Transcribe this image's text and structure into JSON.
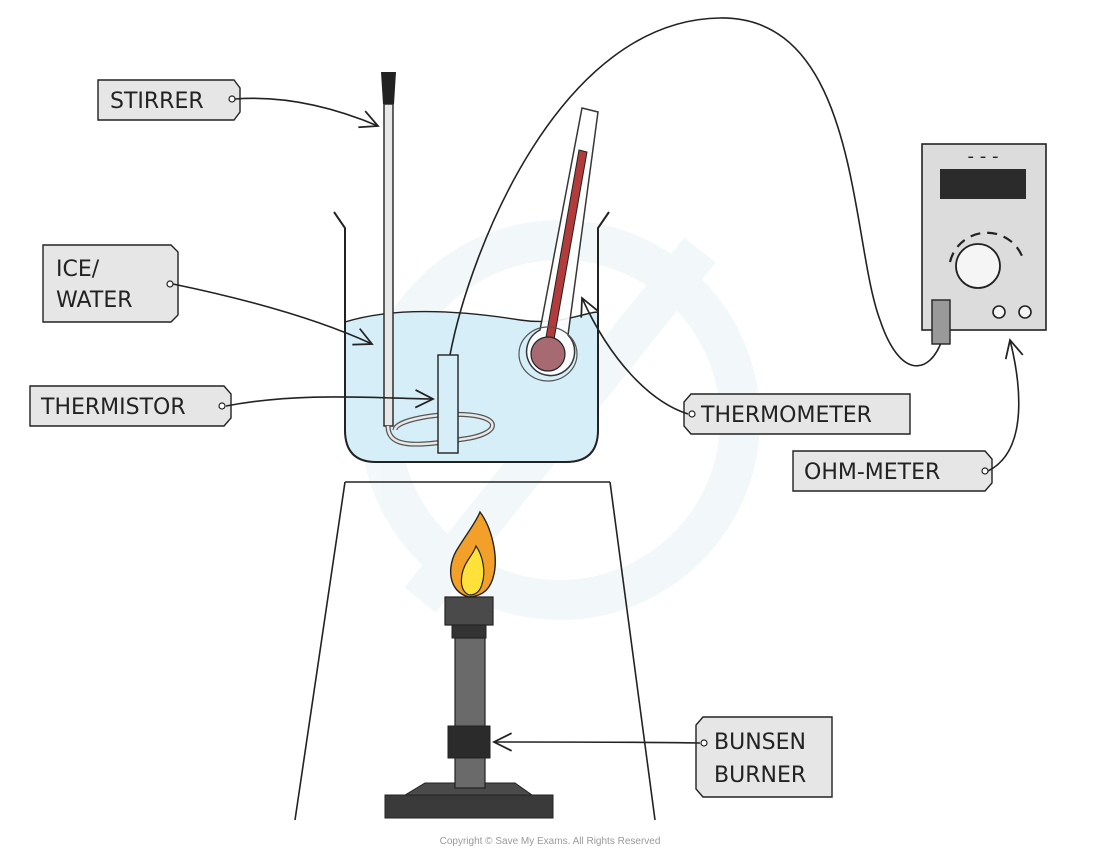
{
  "labels": {
    "stirrer": "STIRRER",
    "ice_water_line1": "ICE/",
    "ice_water_line2": "WATER",
    "thermistor": "THERMISTOR",
    "thermometer": "THERMOMETER",
    "ohm_meter": "OHM-METER",
    "bunsen_line1": "BUNSEN",
    "bunsen_line2": "BURNER"
  },
  "meter": {
    "display_marks": "- - -"
  },
  "copyright": "Copyright © Save My Exams. All Rights Reserved",
  "colors": {
    "water": "#d6eef8",
    "tag_fill": "#e6e6e6",
    "thermometer_liquid": "#b23b3b",
    "meter_body": "#dcdcdc",
    "burner_dark": "#3a3a3a",
    "flame_outer": "#f2a02a",
    "flame_inner": "#ffe13a"
  }
}
